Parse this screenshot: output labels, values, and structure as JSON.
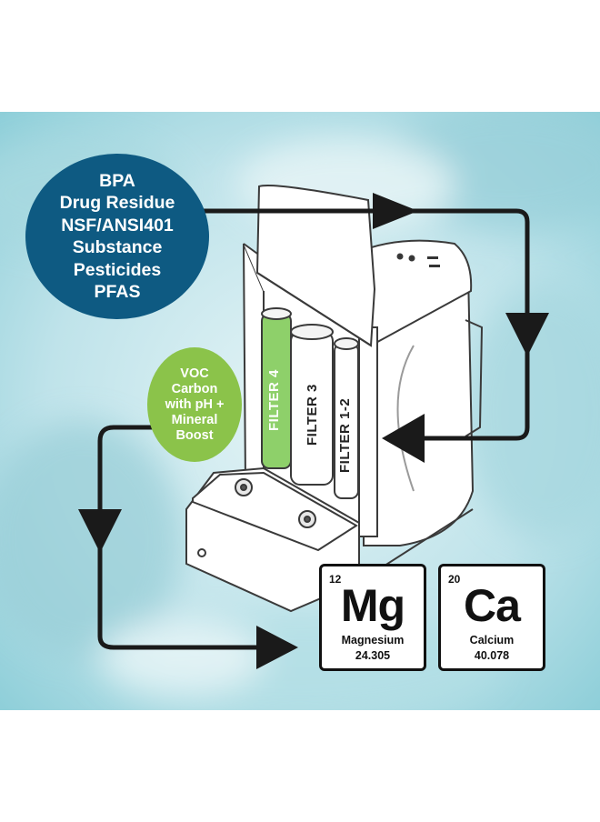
{
  "colors": {
    "water_light": "#cfeaf0",
    "water_mid": "#9fd3dc",
    "bubble_blue": "#0e5a82",
    "bubble_green": "#8bc34a",
    "filter4_green": "#8ed06a",
    "arrow": "#1a1a1a"
  },
  "contaminants": {
    "lines": [
      "BPA",
      "Drug Residue",
      "NSF/ANSI401",
      "Substance",
      "Pesticides",
      "PFAS"
    ]
  },
  "filter4_features": {
    "lines": [
      "VOC",
      "Carbon",
      "with pH +",
      "Mineral",
      "Boost"
    ]
  },
  "filters": {
    "filter4": "FILTER 4",
    "filter3": "FILTER 3",
    "filter12": "FILTER 1-2"
  },
  "elements": {
    "magnesium": {
      "number": "12",
      "symbol": "Mg",
      "name": "Magnesium",
      "mass": "24.305"
    },
    "calcium": {
      "number": "20",
      "symbol": "Ca",
      "name": "Calcium",
      "mass": "40.078"
    }
  },
  "icons": [
    "flow-arrow-icon",
    "drip-tray-icon"
  ]
}
